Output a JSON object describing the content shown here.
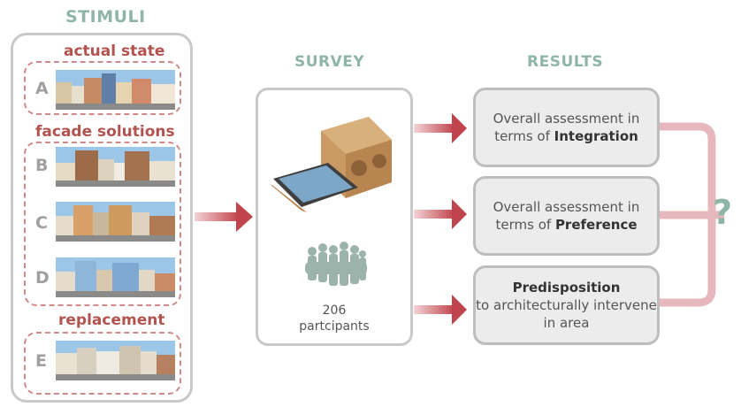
{
  "headings": {
    "stimuli": "STIMULI",
    "survey": "SURVEY",
    "results": "RESULTS"
  },
  "stimuli": {
    "groups": [
      {
        "label": "actual state",
        "items": [
          {
            "letter": "A"
          }
        ]
      },
      {
        "label": "facade solutions",
        "items": [
          {
            "letter": "B"
          },
          {
            "letter": "C"
          },
          {
            "letter": "D"
          }
        ]
      },
      {
        "label": "replacement",
        "items": [
          {
            "letter": "E"
          }
        ]
      }
    ]
  },
  "survey": {
    "count": "206",
    "participants_label": "partcipants"
  },
  "results": [
    {
      "pre": "Overall assessment in terms of",
      "bold": "Integration",
      "post": ""
    },
    {
      "pre": "Overall assessment in terms of",
      "bold": "Preference",
      "post": ""
    },
    {
      "pre": "",
      "bold": "Predisposition",
      "post": "to architecturally intervene in area"
    }
  ],
  "question_mark": "?",
  "colors": {
    "heading": "#8fb5a7",
    "group_label": "#b2534f",
    "arrow": "#c0444c",
    "connector": "#e6b8bd"
  }
}
